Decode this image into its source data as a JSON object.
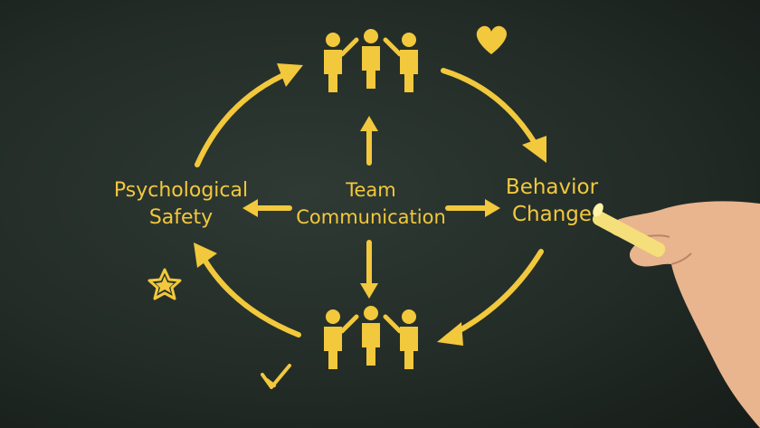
{
  "colors": {
    "chalk": "#f2c83c",
    "board": "#232c27",
    "skin": "#e9b58e"
  },
  "nodes": {
    "left": {
      "line1": "Psychological",
      "line2": "Safety"
    },
    "center": {
      "line1": "Team",
      "line2": "Communication"
    },
    "right": {
      "line1": "Behavior",
      "line2": "Change"
    }
  },
  "icons": [
    "people-group-icon",
    "heart-icon",
    "star-icon",
    "checkmark-icon",
    "chalk-icon",
    "hand-icon"
  ]
}
